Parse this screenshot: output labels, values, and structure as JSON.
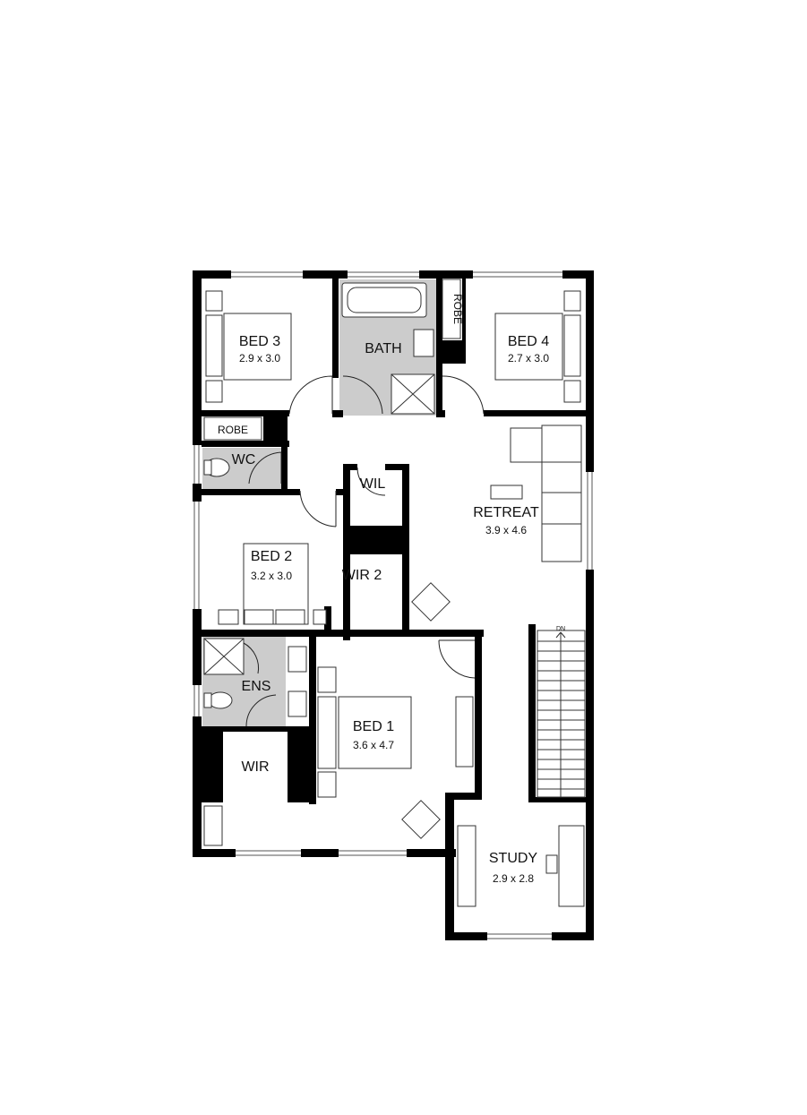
{
  "colors": {
    "wall": "#000000",
    "wet_area": "#cccccc",
    "fixture_line": "#333333",
    "background": "#ffffff"
  },
  "rooms": {
    "bed3": {
      "name": "BED 3",
      "dims": "2.9 x 3.0"
    },
    "bed4": {
      "name": "BED 4",
      "dims": "2.7 x 3.0"
    },
    "bath": {
      "name": "BATH"
    },
    "robe_bed4": {
      "name": "ROBE"
    },
    "robe_bed3": {
      "name": "ROBE"
    },
    "wc": {
      "name": "WC"
    },
    "wil": {
      "name": "WIL"
    },
    "retreat": {
      "name": "RETREAT",
      "dims": "3.9 x 4.6"
    },
    "bed2": {
      "name": "BED 2",
      "dims": "3.2 x 3.0"
    },
    "wir2": {
      "name": "WIR 2"
    },
    "ens": {
      "name": "ENS"
    },
    "bed1": {
      "name": "BED 1",
      "dims": "3.6 x 4.7"
    },
    "wir": {
      "name": "WIR"
    },
    "study": {
      "name": "STUDY",
      "dims": "2.9 x 2.8"
    }
  },
  "stairs": {
    "direction_label": "DN"
  }
}
